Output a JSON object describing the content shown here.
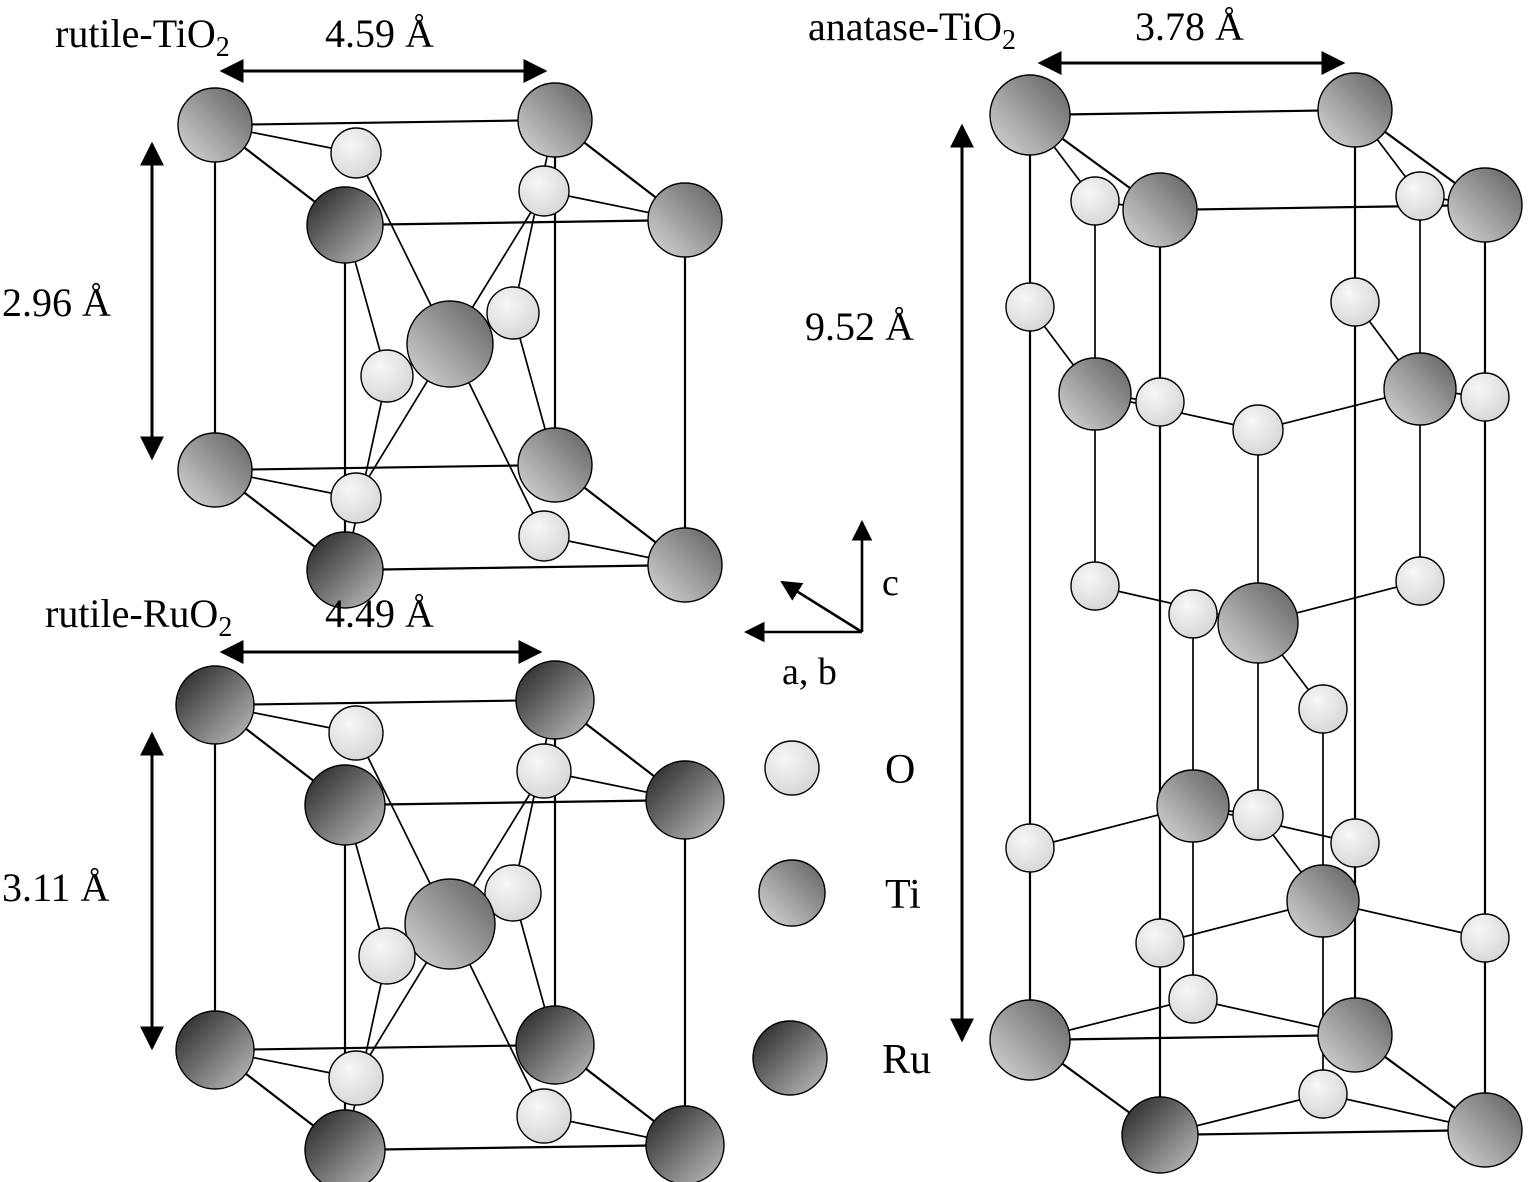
{
  "colors": {
    "background": "#ffffff",
    "outline": "#000000",
    "o_light": "#f7f7f7",
    "o_dark": "#d2d2d2",
    "metal_light": "#d9d9d9",
    "metal_dark": "#5e5e5e",
    "dark_metal_dark": "#1f1f1f",
    "dark_metal_light": "#c2c2c2"
  },
  "panels": {
    "rutile_tio2": {
      "title": "rutile-TiO",
      "title_sub": "2",
      "a_label": "4.59 Å",
      "c_label": "2.96 Å"
    },
    "rutile_ruo2": {
      "title": "rutile-RuO",
      "title_sub": "2",
      "a_label": "4.49 Å",
      "c_label": "3.11 Å"
    },
    "anatase_tio2": {
      "title": "anatase-TiO",
      "title_sub": "2",
      "a_label": "3.78 Å",
      "c_label": "9.52 Å"
    }
  },
  "axes": {
    "c": "c",
    "ab": "a, b"
  },
  "legend": {
    "items": [
      {
        "label": "O",
        "type": "oxygen-atom"
      },
      {
        "label": "Ti",
        "type": "titanium-atom"
      },
      {
        "label": "Ru",
        "type": "ruthenium-atom"
      }
    ]
  }
}
